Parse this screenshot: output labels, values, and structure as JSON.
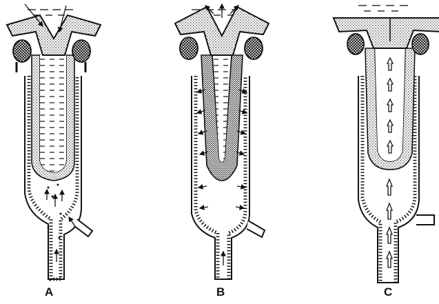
{
  "panels": [
    {
      "label": "A"
    },
    {
      "label": "B"
    },
    {
      "label": "C"
    }
  ],
  "colors": {
    "ink": "#111111",
    "paper": "#ffffff",
    "stipple": "#bdbdbd"
  }
}
